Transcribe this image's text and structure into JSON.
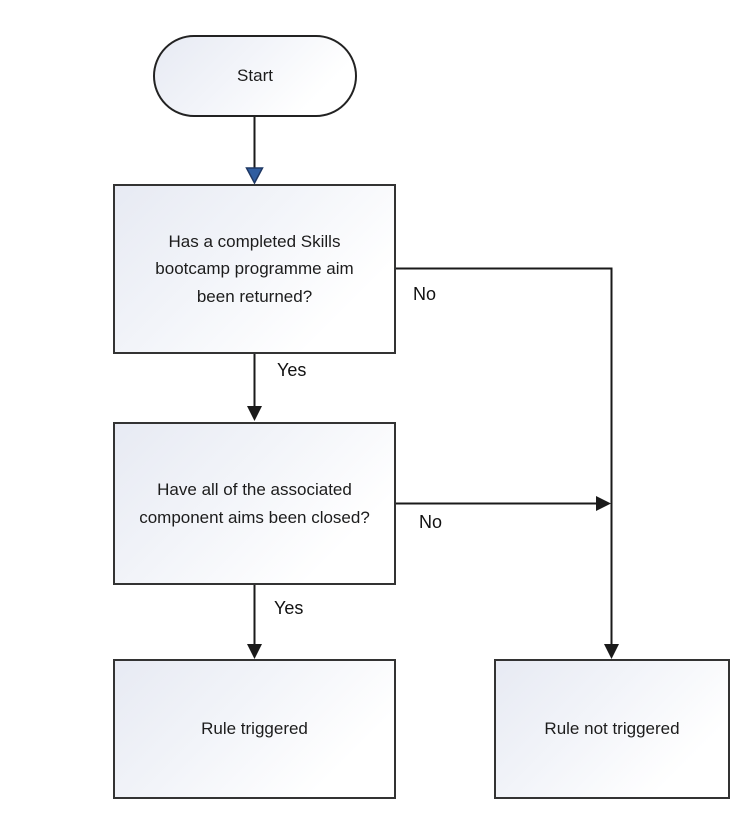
{
  "diagram": {
    "type": "flowchart",
    "nodes": {
      "start": {
        "label": "Start",
        "shape": "stadium"
      },
      "q1": {
        "label": "Has a completed Skills\nbootcamp programme aim\nbeen returned?",
        "shape": "rectangle"
      },
      "q2": {
        "label": "Have all of the associated\ncomponent aims been closed?",
        "shape": "rectangle"
      },
      "rule_triggered": {
        "label": "Rule triggered",
        "shape": "rectangle"
      },
      "rule_not_triggered": {
        "label": "Rule not triggered",
        "shape": "rectangle"
      }
    },
    "edges": {
      "start_to_q1": {
        "label": ""
      },
      "q1_yes": {
        "label": "Yes",
        "to": "q2"
      },
      "q1_no": {
        "label": "No",
        "to": "rule_not_triggered"
      },
      "q2_yes": {
        "label": "Yes",
        "to": "rule_triggered"
      },
      "q2_no": {
        "label": "No",
        "to": "rule_not_triggered"
      }
    },
    "colors": {
      "line": "#1a1a1a",
      "arrow_blue_fill": "#2f5da0",
      "arrow_blue_stroke": "#1f3864",
      "node_border": "#333333",
      "node_fill_top_left": "#e7eaf3",
      "node_fill_bottom_right": "#ffffff",
      "text": "#1c1c1c",
      "background": "#ffffff"
    }
  }
}
